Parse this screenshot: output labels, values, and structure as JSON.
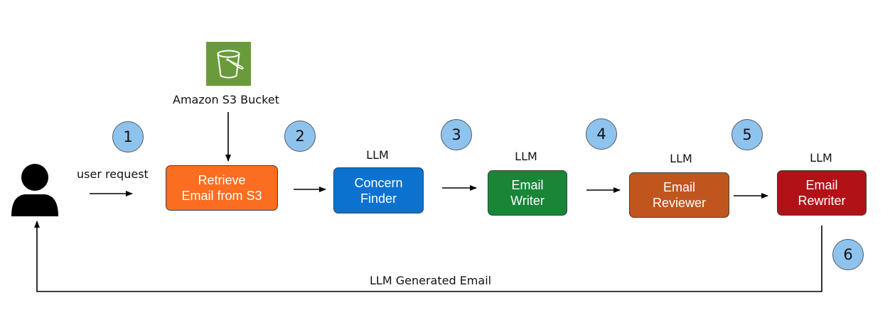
{
  "actor": {
    "icon": "user-icon"
  },
  "storage": {
    "icon": "s3-bucket-icon",
    "label": "Amazon S3 Bucket"
  },
  "edges": {
    "user_request": "user request",
    "return": "LLM Generated Email"
  },
  "nodes": [
    {
      "id": "retrieve",
      "label": "Retrieve\nEmail from S3",
      "color": "#fb6d20",
      "tag": ""
    },
    {
      "id": "concern",
      "label": "Concern\nFinder",
      "color": "#0b72d0",
      "tag": "LLM"
    },
    {
      "id": "writer",
      "label": "Email\nWriter",
      "color": "#188537",
      "tag": "LLM"
    },
    {
      "id": "reviewer",
      "label": "Email\nReviewer",
      "color": "#c0561e",
      "tag": "LLM"
    },
    {
      "id": "rewriter",
      "label": "Email\nRewriter",
      "color": "#b11218",
      "tag": "LLM"
    }
  ],
  "steps": [
    "1",
    "2",
    "3",
    "4",
    "5",
    "6"
  ],
  "colors": {
    "badge": "#8ec3ee",
    "s3": "#6a9b3a"
  }
}
